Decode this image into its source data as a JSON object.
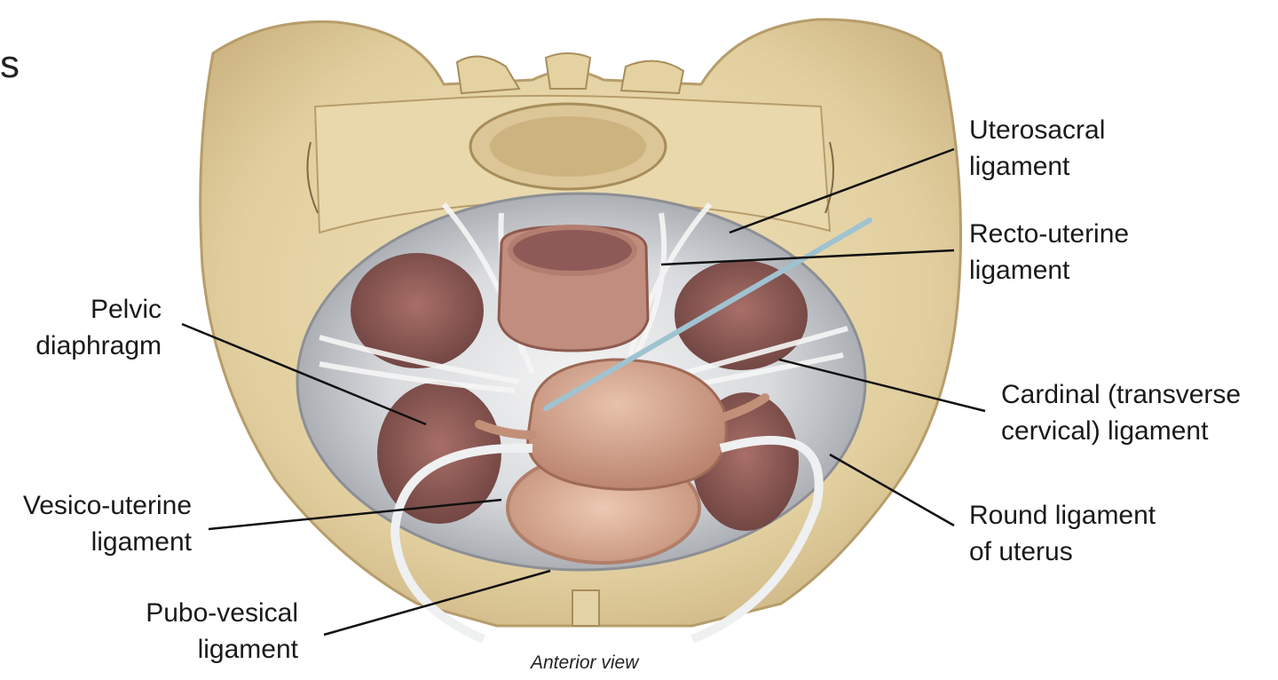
{
  "figure": {
    "caption": "Anterior view",
    "corner_glyph": "s"
  },
  "labels": {
    "uterosacral": [
      "Uterosacral",
      "ligament"
    ],
    "recto_uterine": [
      "Recto-uterine",
      "ligament"
    ],
    "cardinal": [
      "Cardinal  (transverse",
      "cervical) ligament"
    ],
    "round": [
      "Round ligament",
      "of uterus"
    ],
    "pelvic_diaphragm": [
      "Pelvic",
      "diaphragm"
    ],
    "vesico_uterine": [
      "Vesico-uterine",
      "ligament"
    ],
    "pubo_vesical": [
      "Pubo-vesical",
      "ligament"
    ]
  },
  "colors": {
    "bone": "#e6d5a8",
    "bone_shadow": "#c4ad7c",
    "muscle": "#8f5a55",
    "ligament": "#dfe1e3",
    "uterus": "#d4a48c",
    "rectum": "#b98274",
    "bladder": "#d9b098",
    "leader": "#111111"
  }
}
